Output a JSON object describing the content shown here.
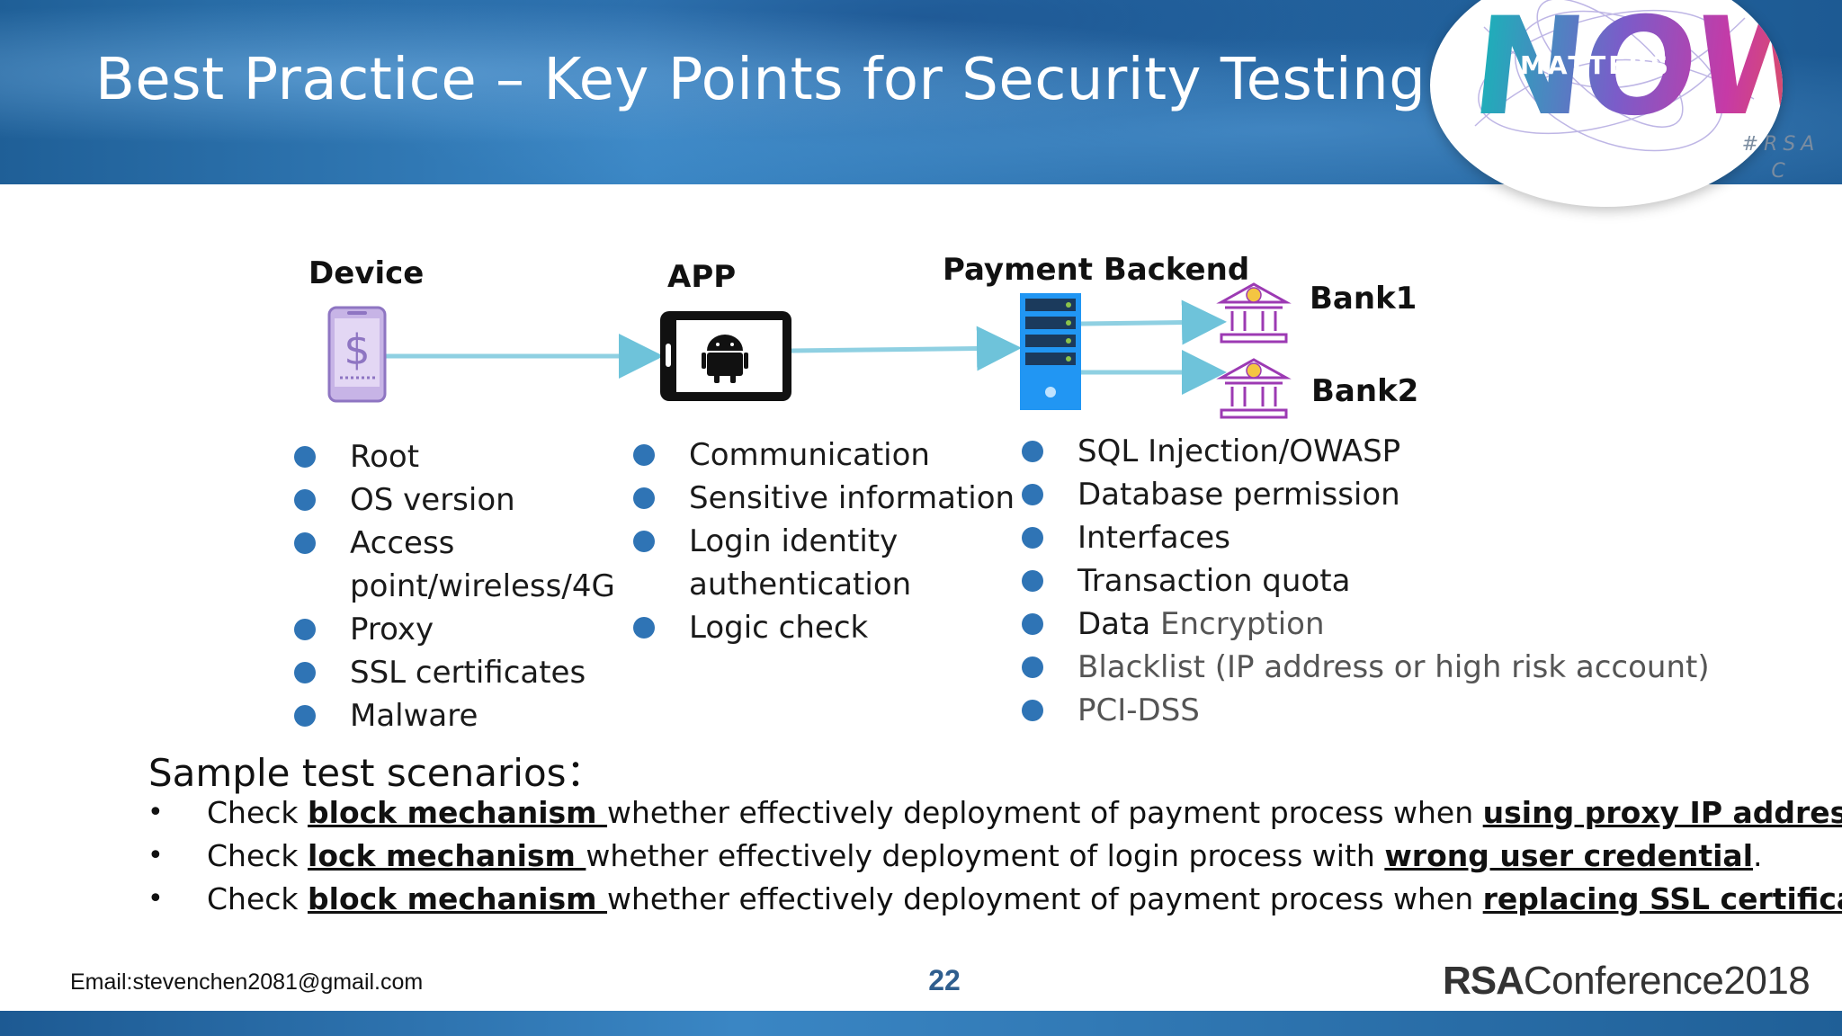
{
  "slide": {
    "title": "Best Practice – Key Points for Security Testing",
    "logo": {
      "word": "NOW",
      "tagline": "MATTERS",
      "hashtag_line1": "#RSA",
      "hashtag_line2": "C"
    }
  },
  "diagram": {
    "nodes": {
      "device": "Device",
      "app": "APP",
      "backend": "Payment Backend",
      "bank1": "Bank1",
      "bank2": "Bank2"
    },
    "icons": [
      "smartphone-dollar-icon",
      "android-tablet-icon",
      "server-icon",
      "bank-icon",
      "bank-icon"
    ],
    "accent_color": "#5bc0de"
  },
  "lists": {
    "device": [
      {
        "text": "Root"
      },
      {
        "text": "OS version"
      },
      {
        "text": "Access",
        "cont": "point/wireless/4G"
      },
      {
        "text": "Proxy"
      },
      {
        "text": "SSL certificates"
      },
      {
        "text": "Malware"
      }
    ],
    "app": [
      {
        "text": "Communication"
      },
      {
        "text": "Sensitive information"
      },
      {
        "text": "Login identity",
        "cont": "authentication"
      },
      {
        "text": "Logic check"
      }
    ],
    "backend": [
      {
        "text": "SQL Injection/OWASP"
      },
      {
        "text": "Database permission"
      },
      {
        "text": "Interfaces"
      },
      {
        "text": "Transaction quota"
      },
      {
        "text": "Data ",
        "text2": "Encryption"
      },
      {
        "text": "Blacklist (IP address or high risk account)"
      },
      {
        "text": "PCI-DSS"
      }
    ],
    "bullet_color": "#2f74b5"
  },
  "scenarios": {
    "heading": "Sample test scenarios：",
    "items": [
      {
        "pre": "Check ",
        "em1": "block mechanism ",
        "mid": "whether effectively deployment of payment process when ",
        "em2": "using proxy IP address",
        "post": "."
      },
      {
        "pre": "Check ",
        "em1": "lock mechanism ",
        "mid": "whether effectively deployment of login process with ",
        "em2": "wrong user credential",
        "post": "."
      },
      {
        "pre": "Check ",
        "em1": "block mechanism ",
        "mid": "whether effectively deployment of payment process when ",
        "em2": "replacing SSL certificates",
        "post": "."
      }
    ]
  },
  "footer": {
    "email": "Email:stevenchen2081@gmail.com",
    "page": "22",
    "brand_bold": "RSA",
    "brand_rest": "Conference2018"
  }
}
